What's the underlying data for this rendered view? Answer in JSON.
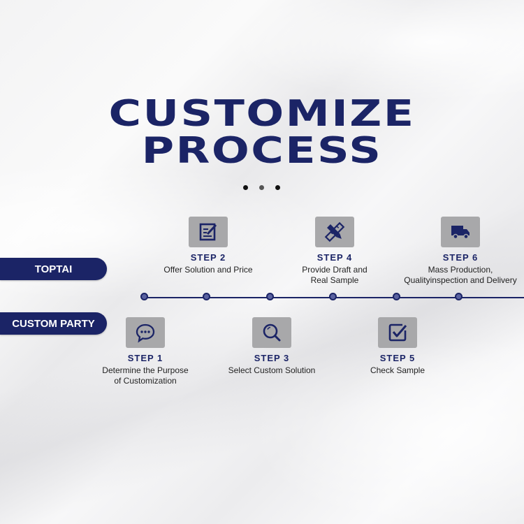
{
  "header": {
    "title_line1": "CUSTOMIZE",
    "title_line2": "PROCESS"
  },
  "lanes": {
    "top_label": "TOPTAI",
    "bottom_label": "CUSTOM PARTY"
  },
  "colors": {
    "brand_navy": "#1b2466",
    "icon_box_gray": "#a8a8aa",
    "node_fill": "#5a62a0"
  },
  "steps": [
    {
      "label": "STEP 1",
      "description_line1": "Determine the Purpose",
      "description_line2": "of Customization",
      "icon": "chat-bubble-icon",
      "lane": "CUSTOM PARTY"
    },
    {
      "label": "STEP 2",
      "description_line1": "Offer Solution and Price",
      "description_line2": "",
      "icon": "edit-document-icon",
      "lane": "TOPTAI"
    },
    {
      "label": "STEP 3",
      "description_line1": "Select Custom Solution",
      "description_line2": "",
      "icon": "search-icon",
      "lane": "CUSTOM PARTY"
    },
    {
      "label": "STEP 4",
      "description_line1": "Provide Draft and",
      "description_line2": "Real Sample",
      "icon": "pencil-ruler-icon",
      "lane": "TOPTAI"
    },
    {
      "label": "STEP 5",
      "description_line1": "Check Sample",
      "description_line2": "",
      "icon": "checkbox-icon",
      "lane": "CUSTOM PARTY"
    },
    {
      "label": "STEP 6",
      "description_line1": "Mass Production,",
      "description_line2": "Qualityinspection and Delivery",
      "icon": "truck-icon",
      "lane": "TOPTAI"
    }
  ],
  "pagination": {
    "dots": 3
  }
}
